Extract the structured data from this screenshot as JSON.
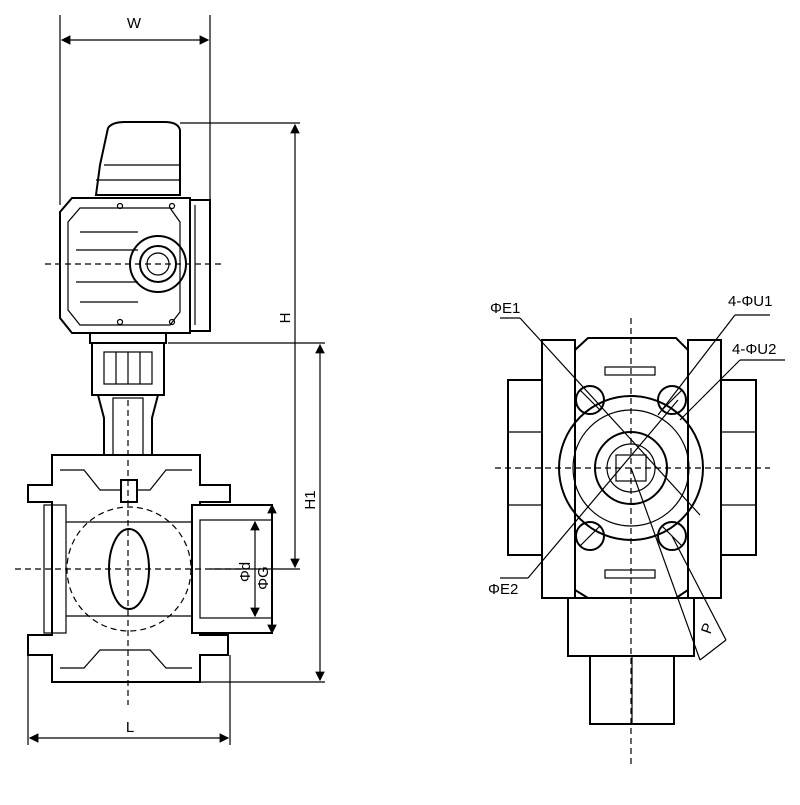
{
  "labels": {
    "W": "W",
    "H": "H",
    "H1": "H1",
    "L": "L",
    "d": "Φd",
    "G": "ΦG",
    "E1": "ΦE1",
    "E2": "ΦE2",
    "U1": "4-ΦU1",
    "U2": "4-ΦU2",
    "P": "P"
  },
  "colors": {
    "line": "#000000",
    "background": "#ffffff"
  }
}
